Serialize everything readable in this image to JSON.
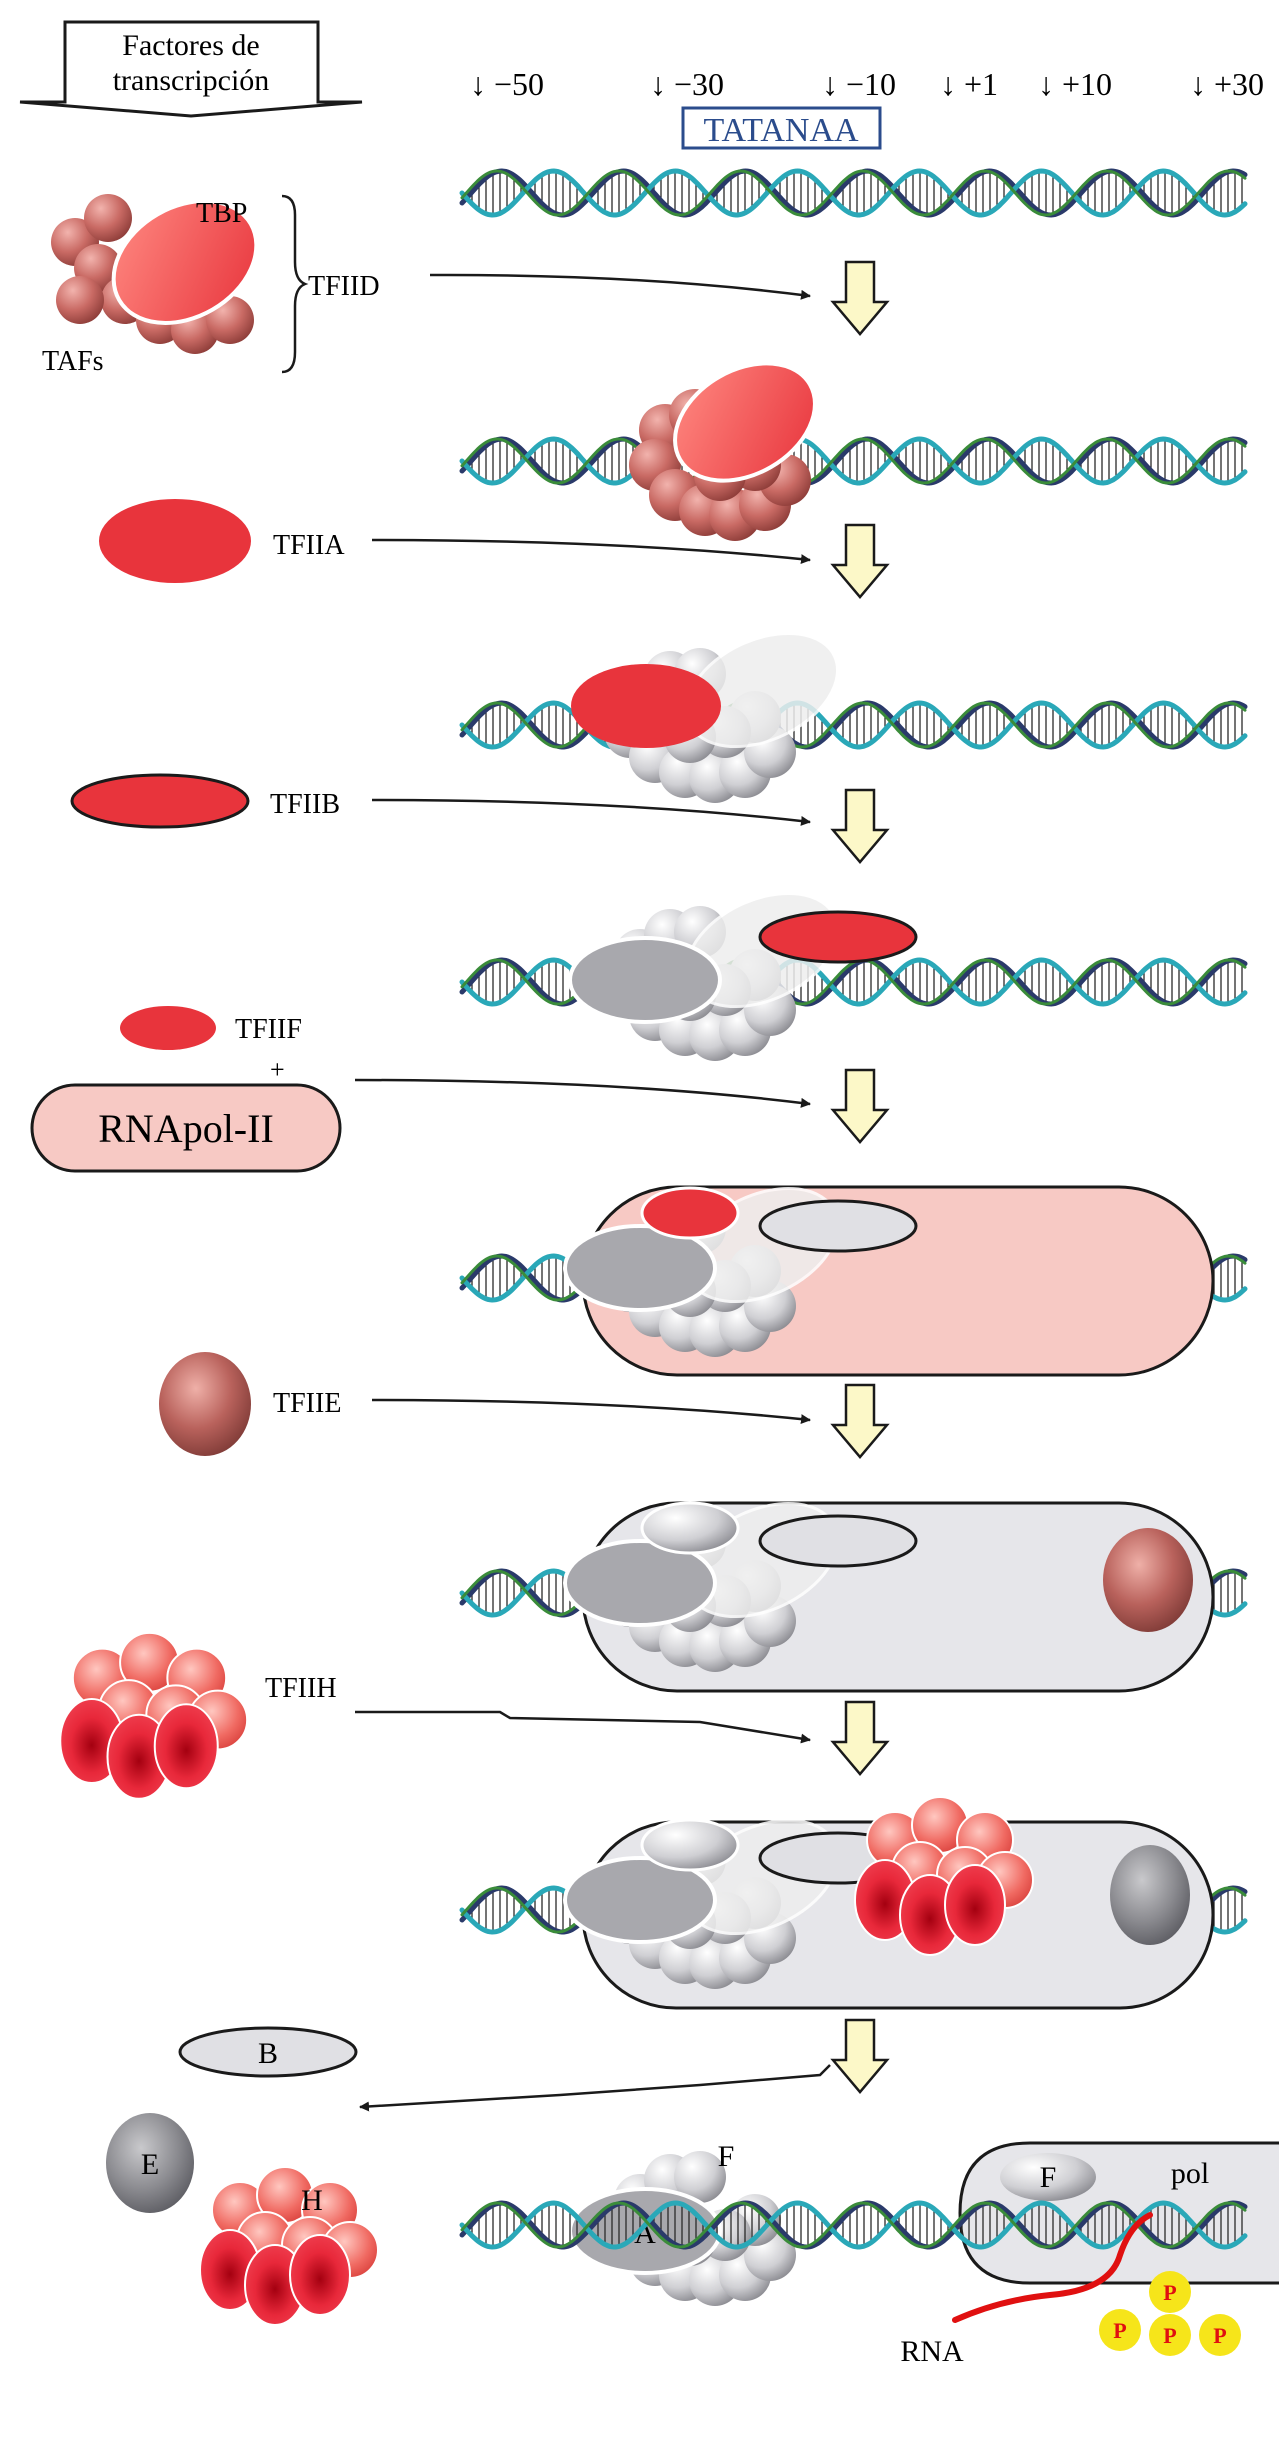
{
  "header": {
    "title_line1": "Factores de",
    "title_line2": "transcripción"
  },
  "positions": [
    "↓ −50",
    "↓ −30",
    "↓ −10",
    "↓ +1",
    "↓ +10",
    "↓ +30"
  ],
  "tata_box": "TATANAA",
  "labels": {
    "tbp": "TBP",
    "tafs": "TAFs",
    "tfiid": "TFIID",
    "tfiia": "TFIIA",
    "tfiib": "TFIIB",
    "tfiif": "TFIIF",
    "plus": "+",
    "rnapol": "RNApol-II",
    "tfiie": "TFIIE",
    "tfiih": "TFIIH"
  },
  "final": {
    "b": "B",
    "e": "E",
    "h": "H",
    "a": "A",
    "f1": "F",
    "f2": "F",
    "pol": "pol",
    "rna": "RNA",
    "p": "P"
  },
  "colors": {
    "red": "#e8343c",
    "pink_bg": "#f7c9c4",
    "grey_bg": "#e6e6ea",
    "dna_teal": "#2aa8b8",
    "dna_green": "#3a8c3a",
    "dna_navy": "#2a3a6a",
    "arrow_fill": "#fcf8c8",
    "tata_border": "#2b4c8c",
    "phosphate": "#f6e51a"
  }
}
